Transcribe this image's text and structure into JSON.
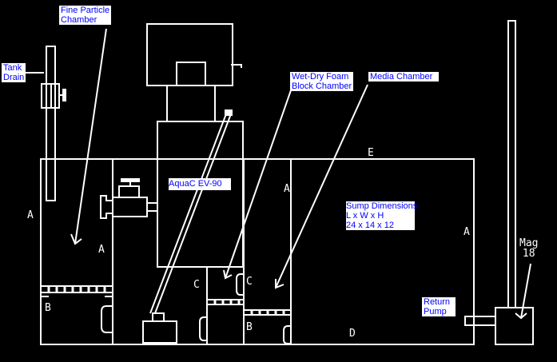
{
  "diagram": {
    "title": "Sump layout",
    "colors": {
      "background": "#000000",
      "lines": "#ffffff",
      "label_text": "#0000ff",
      "label_bg": "#ffffff"
    },
    "labels": {
      "fine_particle": "Fine Particle\nChamber",
      "tank_drain": "Tank\nDrain",
      "wet_dry": "Wet-Dry Foam\nBlock Chamber",
      "media": "Media Chamber",
      "skimmer": "AquaC EV-90",
      "sump_dims": "Sump Dimensions\nL x W x H\n24 x 14 x 12",
      "return_pump": "Return\nPump",
      "mag": "Mag\n18"
    },
    "markers": {
      "a1": "A",
      "a2": "A",
      "a3": "A",
      "a4": "A",
      "b1": "B",
      "b2": "B",
      "c1": "C",
      "c2": "C",
      "d": "D",
      "e": "E"
    }
  }
}
